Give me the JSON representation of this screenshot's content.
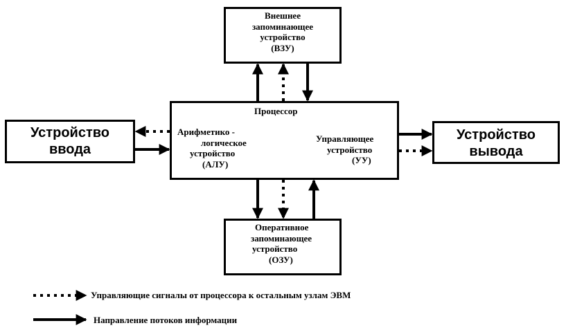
{
  "blocks": {
    "external_storage": [
      "Внешнее",
      "запоминающее",
      "устройство",
      "(ВЗУ)"
    ],
    "processor_title": "Процессор",
    "alu": [
      "Арифметико -",
      "логическое",
      "устройство",
      "(АЛУ)"
    ],
    "cu": [
      "Управляющее",
      "устройство",
      "(УУ)"
    ],
    "input_device": [
      "Устройство",
      "ввода"
    ],
    "output_device": [
      "Устройство",
      "вывода"
    ],
    "ram": [
      "Оперативное",
      "запоминающее",
      "устройство",
      "(ОЗУ)"
    ]
  },
  "legend": {
    "dotted": "Управляющие сигналы от процессора к остальным узлам ЭВМ",
    "solid": "Направление потоков информации"
  }
}
